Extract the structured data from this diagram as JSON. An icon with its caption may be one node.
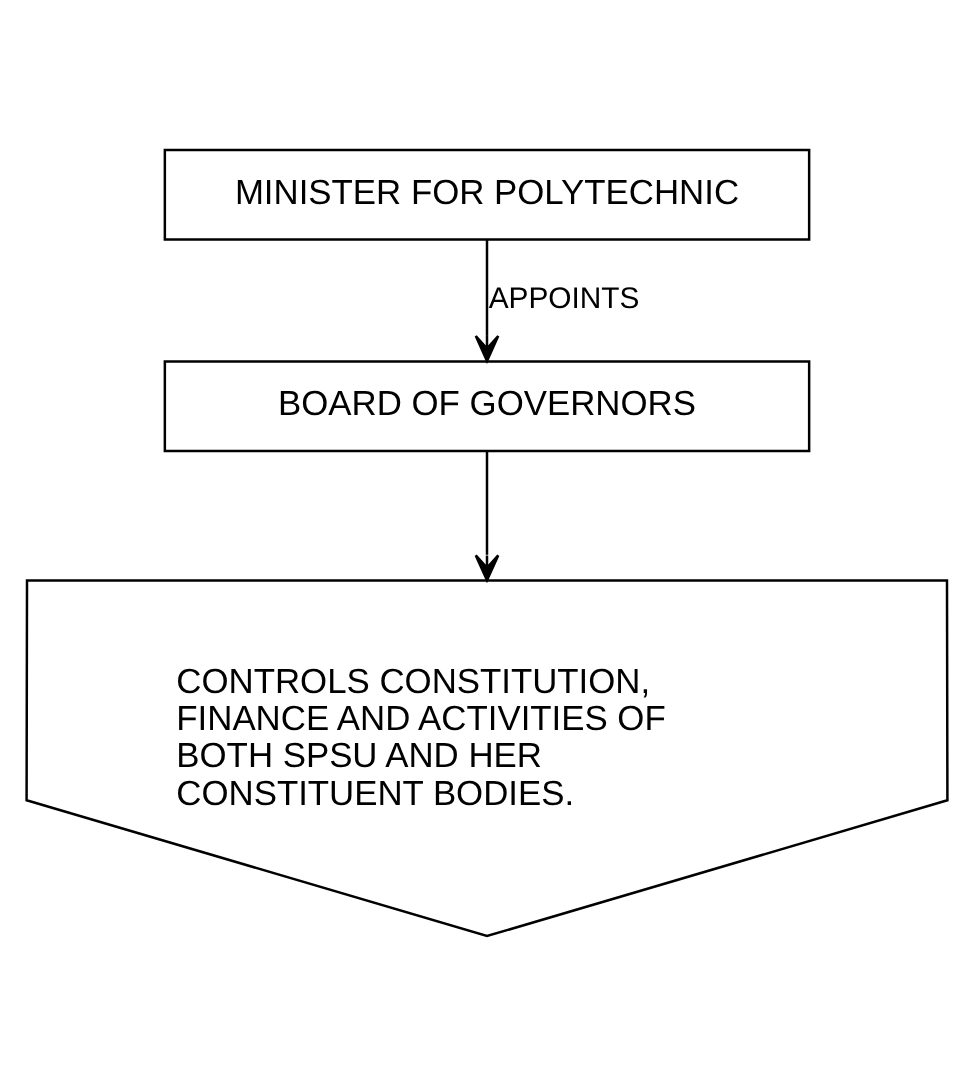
{
  "diagram": {
    "nodes": [
      {
        "text": [
          "MINISTER FOR POLYTECHNIC"
        ]
      },
      {
        "text": [
          "BOARD OF GOVERNORS"
        ]
      },
      {
        "text": [
          "CONTROLS CONSTITUTION, FINANCE AND ACTIVITIES OF BOTH SPSU AND HER CONSTITUENT BODIES."
        ]
      }
    ],
    "edges": [
      {
        "from": 0,
        "to": 1,
        "arrow": "to",
        "label": "APPOINTS"
      },
      {
        "from": 1,
        "to": 2,
        "arrow": "to"
      }
    ]
  }
}
